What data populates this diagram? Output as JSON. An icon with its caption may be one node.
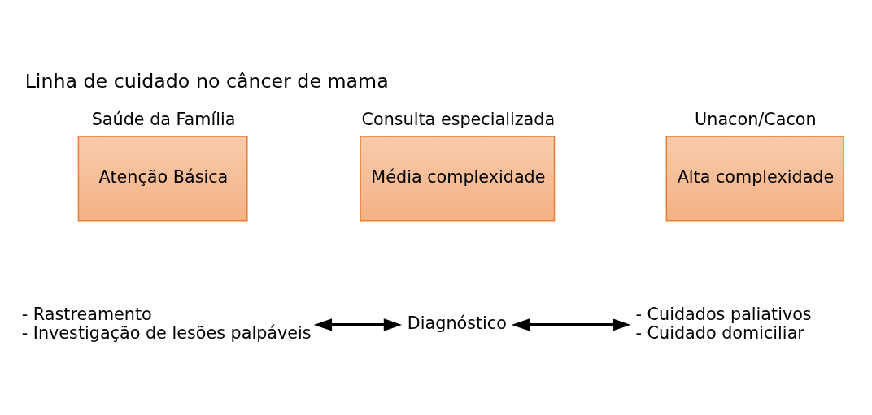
{
  "diagram": {
    "title": "Linha de cuidado no câncer de mama",
    "nodes": [
      {
        "text": [
          "Saúde da Família",
          "Atenção Básica"
        ]
      },
      {
        "text": [
          "Consulta especializada",
          "Média complexidade"
        ]
      },
      {
        "text": [
          "Unacon/Cacon",
          "Alta complexidade"
        ]
      },
      {
        "text": [
          "- Rastreamento",
          "- Investigação de lesões palpáveis"
        ]
      },
      {
        "text": [
          "Diagnóstico"
        ]
      },
      {
        "text": [
          "- Cuidados paliativos",
          "- Cuidado domiciliar"
        ]
      }
    ],
    "edges": [
      {
        "from": 3,
        "to": 4,
        "arrow": "both"
      },
      {
        "from": 4,
        "to": 5,
        "arrow": "both"
      }
    ]
  }
}
